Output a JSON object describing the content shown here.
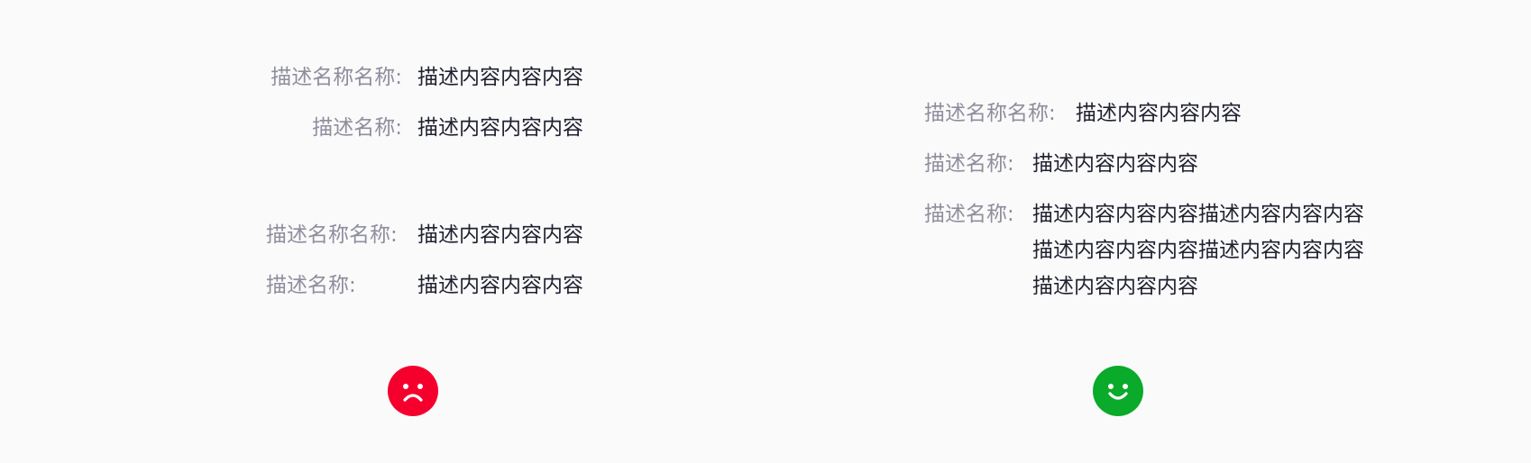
{
  "bad_example": {
    "group1": [
      {
        "label": "描述名称名称:",
        "value": "描述内容内容内容"
      },
      {
        "label": "描述名称:",
        "value": "描述内容内容内容"
      }
    ],
    "group2": [
      {
        "label": "描述名称名称:",
        "value": "描述内容内容内容"
      },
      {
        "label": "描述名称:",
        "value": "描述内容内容内容"
      }
    ],
    "face_icon": "sad-face-icon",
    "face_color": "#f5002d"
  },
  "good_example": {
    "rows": [
      {
        "label": "描述名称名称:",
        "value": "描述内容内容内容"
      },
      {
        "label": "描述名称:",
        "value": "描述内容内容内容"
      }
    ],
    "multiline_row": {
      "label": "描述名称:",
      "lines": [
        "描述内容内容内容描述内容内容内容",
        "描述内容内容内容描述内容内容内容",
        "描述内容内容内容"
      ]
    },
    "face_icon": "happy-face-icon",
    "face_color": "#0aaa2a"
  },
  "colors": {
    "background": "#fafafa",
    "label": "#8e8e9e",
    "value": "#1f2130"
  }
}
